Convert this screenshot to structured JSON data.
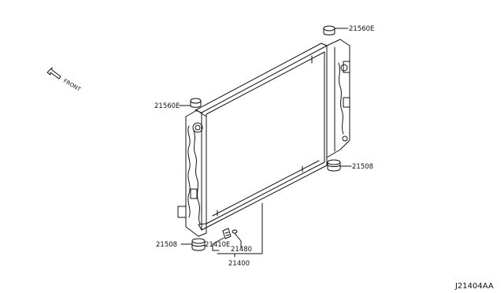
{
  "diagram": {
    "direction_label": "FRONT",
    "diagram_code": "J21404AA",
    "callouts": {
      "cap_top_right": "21560E",
      "cap_left": "21560E",
      "mount_right": "21508",
      "mount_bottom_left": "21508",
      "drain_plug": "21410E",
      "drain_seal": "21480",
      "radiator_assembly": "21400"
    }
  }
}
